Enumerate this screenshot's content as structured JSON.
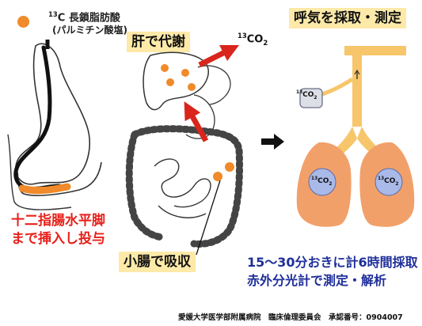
{
  "legend": {
    "isotope_mass": "13",
    "title_rest": "C 長鎖脂肪酸",
    "subtitle": "(パルミチン酸塩)",
    "dot_color": "#f08a2a"
  },
  "labels": {
    "liver": "肝で代謝",
    "breath": "呼気を採取・測定",
    "small_intestine": "小腸で吸収",
    "duodenum_line1": "十二指腸水平脚",
    "duodenum_line2": "まで挿入し投与",
    "collection_line1": "15～30分おきに計6時間採取",
    "collection_line2": "赤外分光計で測定・解析",
    "footer": "愛媛大学医学部附属病院　臨床倫理委員会　承認番号：0904007"
  },
  "co2": {
    "mass": "13",
    "formula": "CO",
    "sub": "2"
  },
  "colors": {
    "label_bg": "#fde9a8",
    "red_text": "#e8201a",
    "blue_text": "#1f2f9a",
    "arrow_red": "#d9251c",
    "lung": "#f2a06a",
    "trachea": "#f7c66a"
  }
}
